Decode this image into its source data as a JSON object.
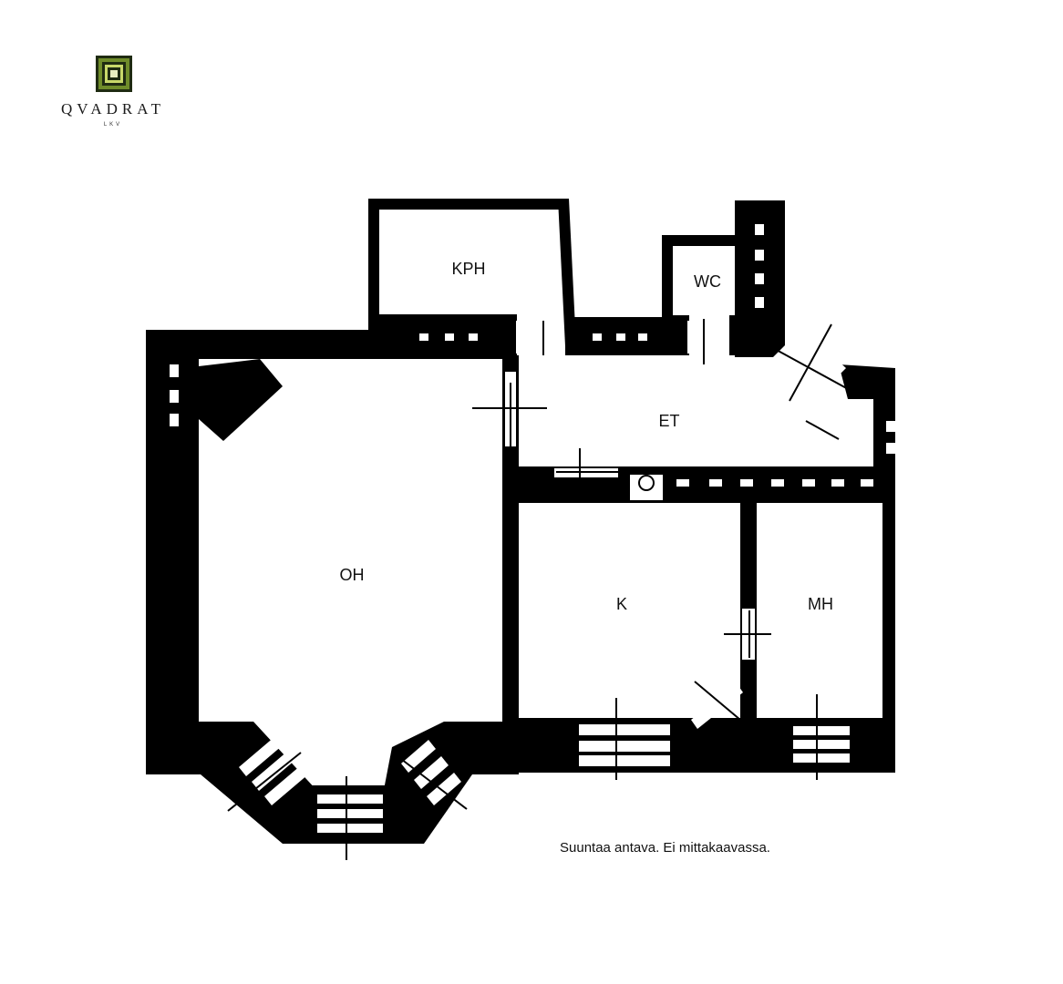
{
  "logo": {
    "name": "QVADRAT",
    "sub": "LKV",
    "colors": {
      "outer": "#1f2b12",
      "mid": "#6f8c2a",
      "inner": "#c8d86a"
    }
  },
  "rooms": {
    "kph": "KPH",
    "wc": "WC",
    "et": "ET",
    "oh": "OH",
    "k": "K",
    "mh": "MH"
  },
  "disclaimer": "Suuntaa antava. Ei mittakaavassa.",
  "colors": {
    "wall": "#000000",
    "background": "#ffffff"
  }
}
